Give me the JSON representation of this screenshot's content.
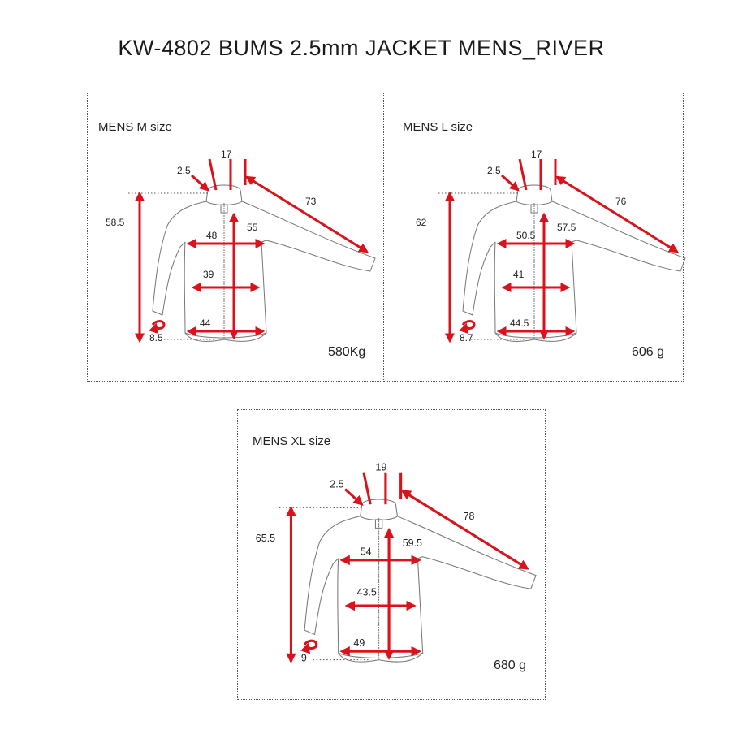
{
  "title": "KW-4802 BUMS 2.5mm JACKET MENS_RIVER",
  "panels": [
    {
      "label": "MENS M size",
      "weight": "580Kg",
      "dims": {
        "neck": "17",
        "collar": "2.5",
        "sleeve": "73",
        "length": "58.5",
        "center": "55",
        "chest": "48",
        "waist": "39",
        "hem": "44",
        "cuff": "8.5"
      }
    },
    {
      "label": "MENS L size",
      "weight": "606  g",
      "dims": {
        "neck": "17",
        "collar": "2.5",
        "sleeve": "76",
        "length": "62",
        "center": "57.5",
        "chest": "50.5",
        "waist": "41",
        "hem": "44.5",
        "cuff": "8.7"
      }
    },
    {
      "label": "MENS XL size",
      "weight": "680  g",
      "dims": {
        "neck": "19",
        "collar": "2.5",
        "sleeve": "78",
        "length": "65.5",
        "center": "59.5",
        "chest": "54",
        "waist": "43.5",
        "hem": "49",
        "cuff": "9"
      }
    }
  ],
  "colors": {
    "dimension_arrow": "#d9121c",
    "outline": "#777777",
    "border": "#555555"
  }
}
